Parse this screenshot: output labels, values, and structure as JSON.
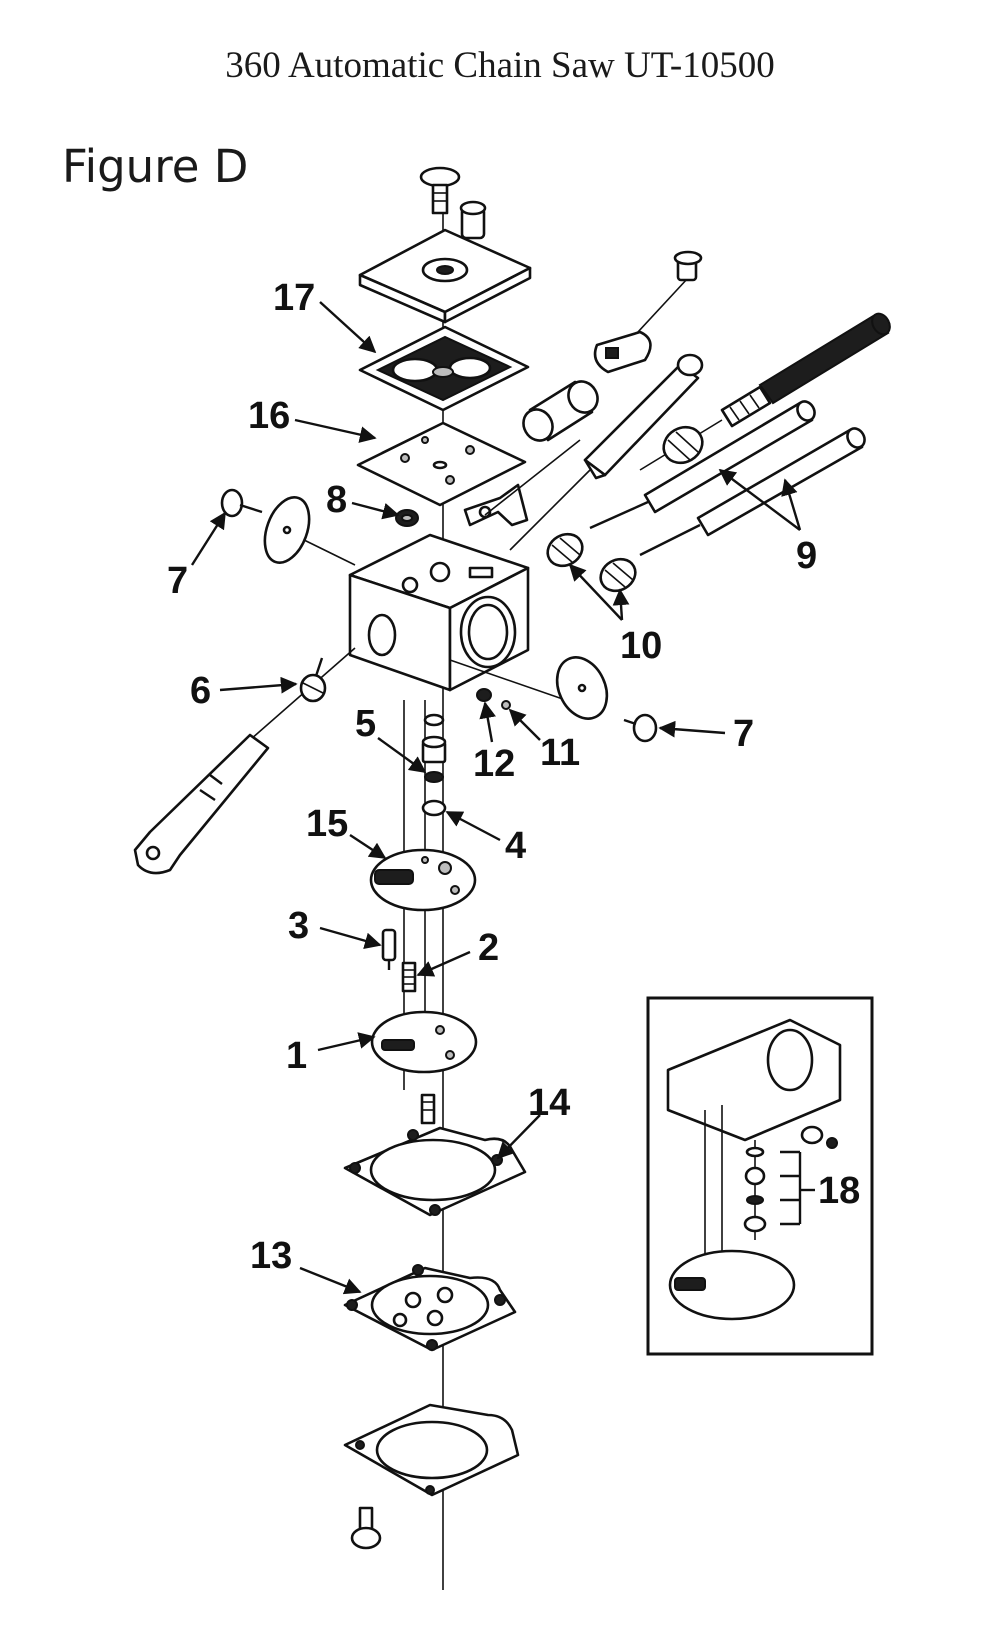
{
  "header": {
    "title": "360 Automatic Chain Saw UT-10500",
    "figure_label": "Figure D"
  },
  "callouts": {
    "c1": "1",
    "c2": "2",
    "c3": "3",
    "c4": "4",
    "c5": "5",
    "c6": "6",
    "c7a": "7",
    "c7b": "7",
    "c8": "8",
    "c9": "9",
    "c10": "10",
    "c11": "11",
    "c12": "12",
    "c13": "13",
    "c14": "14",
    "c15": "15",
    "c16": "16",
    "c17": "17",
    "c18": "18"
  }
}
